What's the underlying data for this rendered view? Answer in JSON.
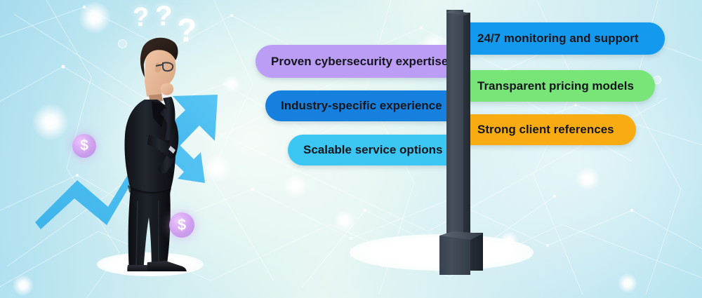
{
  "banner": {
    "theme": "signpost-decision-graphic",
    "background": {
      "base_color": "#b4e2f0",
      "center_glow": "#f2fbf7",
      "accent_color": "#3cc6f3"
    },
    "ground": {
      "left_platform_color": "#ffffff",
      "right_platform_color": "#ffffff"
    }
  },
  "figure": {
    "name": "thinking-businessman",
    "description": "Businessman in dark suit with glasses, hand on chin",
    "suit_color": "#16181d",
    "question_marks": [
      "?",
      "?",
      "?"
    ]
  },
  "arrow": {
    "name": "growth-arrow",
    "color": "#45b7ec",
    "direction": "up-right"
  },
  "money_badges": [
    {
      "symbol": "$",
      "color": "#ce98ee"
    },
    {
      "symbol": "$",
      "color": "#ce98ee"
    }
  ],
  "signpost": {
    "post_color": "#3c4552",
    "base_color": "#394350"
  },
  "signs": {
    "left": [
      {
        "label": "Proven cybersecurity expertise",
        "color": "#bb9df6",
        "text_color": "#14161c"
      },
      {
        "label": "Industry-specific experience",
        "color": "#1580dd",
        "text_color": "#14161c"
      },
      {
        "label": "Scalable service options",
        "color": "#3cc6f3",
        "text_color": "#14161c"
      }
    ],
    "right": [
      {
        "label": "24/7 monitoring and support",
        "color": "#139aee",
        "text_color": "#14161c"
      },
      {
        "label": "Transparent pricing models",
        "color": "#78e578",
        "text_color": "#14161c"
      },
      {
        "label": "Strong client references",
        "color": "#f8ac11",
        "text_color": "#14161c"
      }
    ]
  }
}
